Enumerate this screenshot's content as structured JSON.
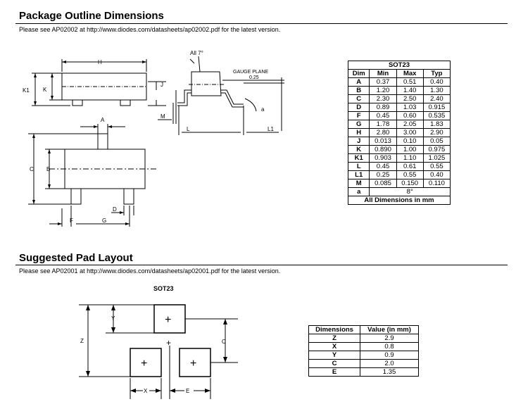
{
  "outline": {
    "title": "Package Outline Dimensions",
    "note": "Please see AP02002 at http://www.diodes.com/datasheets/ap02002.pdf for the latest version.",
    "drawing_labels": {
      "h": "H",
      "k1": "K1",
      "k": "K",
      "all7": "All 7°",
      "gauge_plane": "GAUGE PLANE",
      "gauge_value": "0.25",
      "j": "J",
      "a_angle": "a",
      "m": "M",
      "l": "L",
      "l1": "L1",
      "a": "A",
      "c": "C",
      "b": "B",
      "d": "D",
      "f": "F",
      "g": "G"
    },
    "table": {
      "package": "SOT23",
      "headers": [
        "Dim",
        "Min",
        "Max",
        "Typ"
      ],
      "rows": [
        {
          "dim": "A",
          "min": "0.37",
          "max": "0.51",
          "typ": "0.40"
        },
        {
          "dim": "B",
          "min": "1.20",
          "max": "1.40",
          "typ": "1.30"
        },
        {
          "dim": "C",
          "min": "2.30",
          "max": "2.50",
          "typ": "2.40"
        },
        {
          "dim": "D",
          "min": "0.89",
          "max": "1.03",
          "typ": "0.915"
        },
        {
          "dim": "F",
          "min": "0.45",
          "max": "0.60",
          "typ": "0.535"
        },
        {
          "dim": "G",
          "min": "1.78",
          "max": "2.05",
          "typ": "1.83"
        },
        {
          "dim": "H",
          "min": "2.80",
          "max": "3.00",
          "typ": "2.90"
        },
        {
          "dim": "J",
          "min": "0.013",
          "max": "0.10",
          "typ": "0.05"
        },
        {
          "dim": "K",
          "min": "0.890",
          "max": "1.00",
          "typ": "0.975"
        },
        {
          "dim": "K1",
          "min": "0.903",
          "max": "1.10",
          "typ": "1.025"
        },
        {
          "dim": "L",
          "min": "0.45",
          "max": "0.61",
          "typ": "0.55"
        },
        {
          "dim": "L1",
          "min": "0.25",
          "max": "0.55",
          "typ": "0.40"
        },
        {
          "dim": "M",
          "min": "0.085",
          "max": "0.150",
          "typ": "0.110"
        }
      ],
      "angle_row": {
        "dim": "a",
        "value": "8°"
      },
      "footer": "All Dimensions in mm"
    }
  },
  "pad": {
    "title": "Suggested Pad Layout",
    "note": "Please see AP02001 at http://www.diodes.com/datasheets/ap02001.pdf for the latest version.",
    "drawing_labels": {
      "package": "SOT23",
      "y": "Y",
      "z": "Z",
      "c": "C",
      "x": "X",
      "e": "E",
      "plus": "+"
    },
    "table": {
      "headers": [
        "Dimensions",
        "Value (in mm)"
      ],
      "rows": [
        {
          "dim": "Z",
          "value": "2.9"
        },
        {
          "dim": "X",
          "value": "0.8"
        },
        {
          "dim": "Y",
          "value": "0.9"
        },
        {
          "dim": "C",
          "value": "2.0"
        },
        {
          "dim": "E",
          "value": "1.35"
        }
      ]
    }
  }
}
